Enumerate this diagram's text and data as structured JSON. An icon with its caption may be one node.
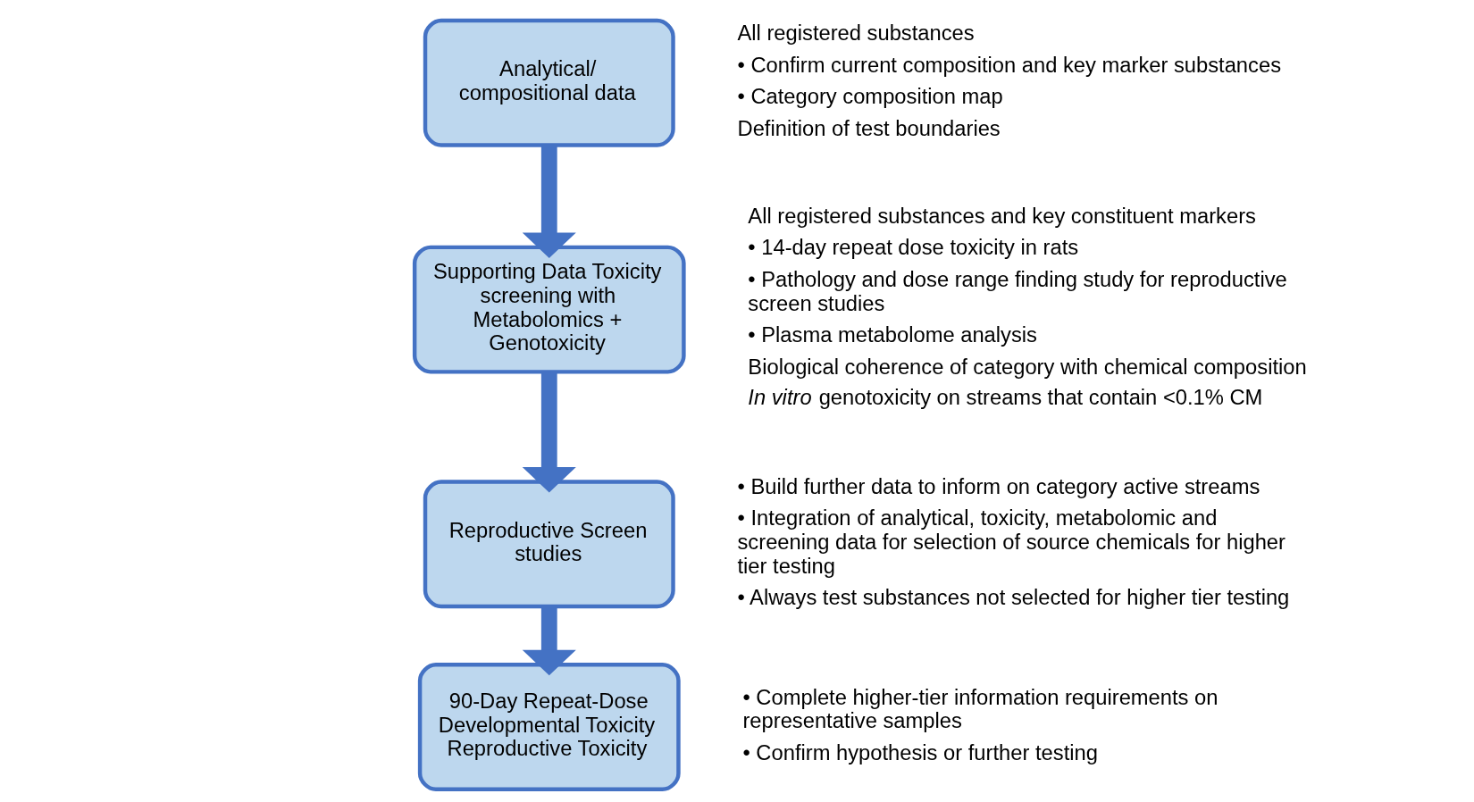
{
  "diagram": {
    "nodes": [
      {
        "text": [
          "Analytical/ compositional data"
        ],
        "beside": [
          "All registered substances",
          "• Confirm current composition and key marker substances",
          "• Category composition map",
          "Definition of test boundaries"
        ]
      },
      {
        "text": [
          "Supporting Data Toxicity screening with Metabolomics + Genotoxicity"
        ],
        "beside": [
          "All registered substances and key constituent markers",
          "• 14-day repeat dose toxicity in rats",
          "• Pathology and dose range finding study for reproductive screen studies",
          "• Plasma metabolome analysis",
          "Biological coherence of category with chemical composition",
          "*In vitro* genotoxicity on streams that contain <0.1% CM"
        ]
      },
      {
        "text": [
          "Reproductive Screen studies"
        ],
        "beside": [
          "• Build further data to inform on category active streams",
          "• Integration of analytical, toxicity, metabolomic and screening data for selection of source chemicals for higher tier testing",
          "• Always test substances not selected for higher tier testing"
        ]
      },
      {
        "text": [
          "90-Day Repeat-Dose Developmental Toxicity Reproductive Toxicity"
        ],
        "beside": [
          "• Complete higher-tier information requirements on representative samples",
          "• Confirm hypothesis or further testing"
        ]
      }
    ],
    "edges": [
      {
        "from": 0,
        "to": 1,
        "arrow": "to"
      },
      {
        "from": 1,
        "to": 2,
        "arrow": "to"
      },
      {
        "from": 2,
        "to": 3,
        "arrow": "to"
      }
    ]
  }
}
